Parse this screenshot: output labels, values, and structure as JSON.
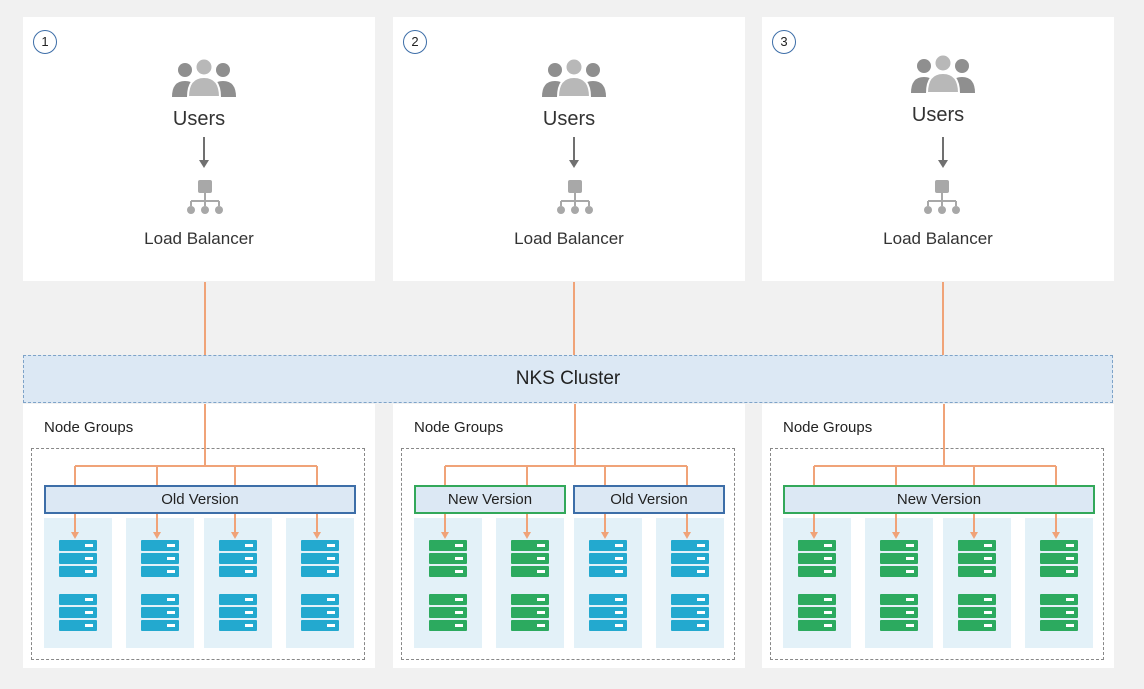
{
  "panels": [
    {
      "step": "1",
      "users_label": "Users",
      "lb_label": "Load Balancer",
      "node_groups_label": "Node Groups",
      "versions": [
        {
          "label": "Old Version",
          "kind": "old"
        }
      ]
    },
    {
      "step": "2",
      "users_label": "Users",
      "lb_label": "Load Balancer",
      "node_groups_label": "Node Groups",
      "versions": [
        {
          "label": "New Version",
          "kind": "new"
        },
        {
          "label": "Old Version",
          "kind": "old"
        }
      ]
    },
    {
      "step": "3",
      "users_label": "Users",
      "lb_label": "Load Balancer",
      "node_groups_label": "Node Groups",
      "versions": [
        {
          "label": "New Version",
          "kind": "new"
        }
      ]
    }
  ],
  "nodes": [
    [
      "old",
      "old",
      "old",
      "old"
    ],
    [
      "new",
      "new",
      "old",
      "old"
    ],
    [
      "new",
      "new",
      "new",
      "new"
    ]
  ],
  "cluster": {
    "title": "NKS Cluster"
  },
  "icons": {
    "users": "users-group-icon",
    "load_balancer": "load-balancer-icon",
    "server": "server-stack-icon"
  },
  "colors": {
    "wire": "#f0a378",
    "old_node": "#23a9cf",
    "new_node": "#2caa5f",
    "old_border": "#3d6ea8",
    "new_border": "#33a85a",
    "icon_gray": "#8f8f8f"
  }
}
